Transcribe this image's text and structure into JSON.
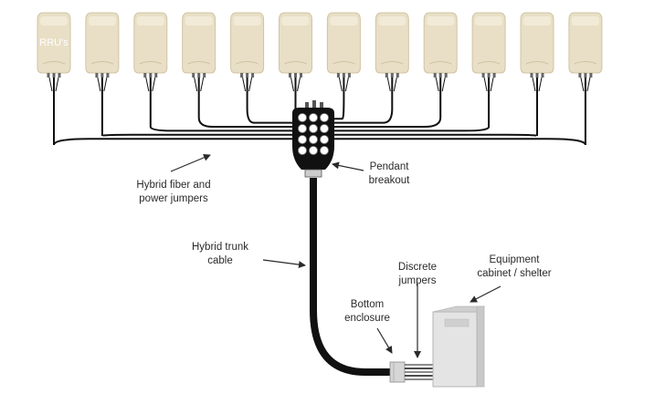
{
  "labels": {
    "rru": "RRU's",
    "jumpers": [
      "Hybrid fiber and",
      "power jumpers"
    ],
    "pendant": [
      "Pendant",
      "breakout"
    ],
    "trunk": [
      "Hybrid trunk",
      "cable"
    ],
    "discrete": [
      "Discrete",
      "jumpers"
    ],
    "cabinet": [
      "Equipment",
      "cabinet / shelter"
    ],
    "bottom": [
      "Bottom",
      "enclosure"
    ]
  },
  "rru_count": 12,
  "colors": {
    "rru_body": "#e8dfc6",
    "rru_shadow": "#cfc4a3",
    "cable": "#111111",
    "breakout": "#111111",
    "cabinet": "#e4e4e4",
    "cabinet_edge": "#b5b5b5",
    "enclosure": "#d6d6d6",
    "text": "#2a2a2a"
  }
}
